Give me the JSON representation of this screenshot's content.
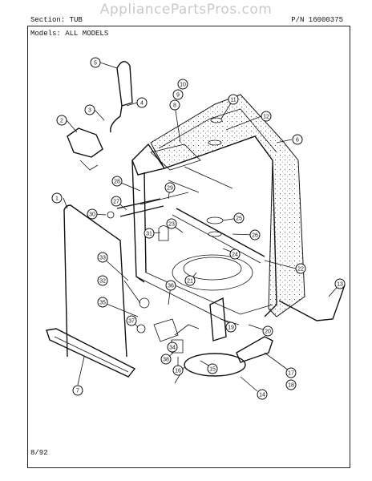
{
  "watermark": "AppliancePartsPros.com",
  "header": {
    "section": "Section:  TUB",
    "part_number": "P/N 16000375"
  },
  "models": "Models:  ALL MODELS",
  "footer_date": "8/92",
  "callouts": [
    "1",
    "2",
    "3",
    "4",
    "5",
    "6",
    "7",
    "8",
    "9",
    "10",
    "11",
    "12",
    "13",
    "14",
    "15",
    "16",
    "17",
    "18",
    "19",
    "20",
    "21",
    "22",
    "23",
    "24",
    "25",
    "26",
    "27",
    "28",
    "29",
    "30",
    "31",
    "32",
    "33",
    "34",
    "35",
    "36",
    "37",
    "38"
  ]
}
